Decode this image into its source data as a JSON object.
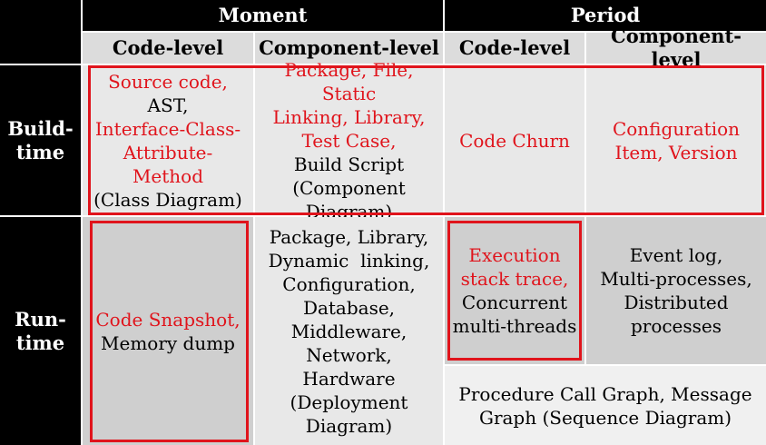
{
  "header": {
    "moment": "Moment",
    "period": "Period"
  },
  "subheader": {
    "moment_code": "Code-level",
    "moment_component": "Component-level",
    "period_code": "Code-level",
    "period_component": "Component-level"
  },
  "rows": {
    "build_time_line1": "Build-",
    "build_time_line2": "time",
    "run_time_line1": "Run-",
    "run_time_line2": "time"
  },
  "build": {
    "moment_code": {
      "red1": "Source code,",
      "black1": "AST,",
      "red2": "Interface-Class-",
      "red3": "Attribute-",
      "red4": "Method",
      "black2": "(Class Diagram)"
    },
    "moment_component": {
      "red1": "Package, File, Static",
      "red2": "Linking, Library,",
      "red3": "Test Case,",
      "black1": "Build Script",
      "black2": "(Component",
      "black3": "Diagram)"
    },
    "period_code": {
      "red1": "Code Churn"
    },
    "period_component": {
      "red1": "Configuration",
      "red2": "Item, Version"
    }
  },
  "run": {
    "moment_code": {
      "red1": "Code Snapshot,",
      "black1": "Memory dump"
    },
    "moment_component": {
      "l1": "Package, Library,",
      "l2": "Dynamic  linking,",
      "l3": "Configuration,",
      "l4": "Database,",
      "l5": "Middleware,",
      "l6": "Network,",
      "l7": "Hardware",
      "l8": "(Deployment",
      "l9": "Diagram)"
    },
    "period_code": {
      "red1": "Execution",
      "red2": "stack trace,",
      "black1": "Concurrent",
      "black2": "multi-threads"
    },
    "period_component": {
      "l1": "Event log,",
      "l2": "Multi-processes,",
      "l3": "Distributed",
      "l4": "processes"
    },
    "period_span": {
      "l1": "Procedure Call Graph, Message",
      "l2": "Graph (Sequence Diagram)"
    }
  },
  "colors": {
    "highlight_border": "#e0141c",
    "header_bg": "#000000"
  }
}
